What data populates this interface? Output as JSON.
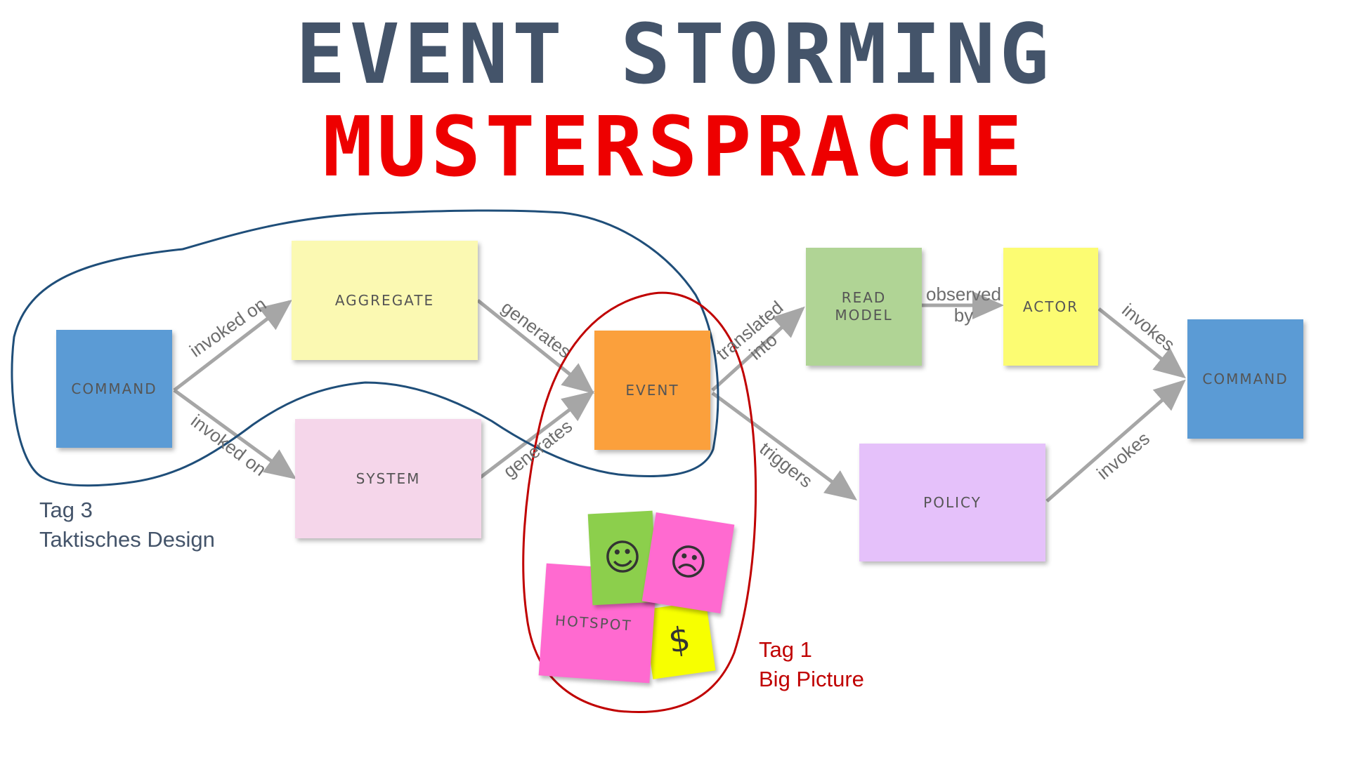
{
  "title": {
    "line1": "EVENT STORMING",
    "line2": "MUSTERSPRACHE",
    "line1_color": "#44546a",
    "line2_color": "#ee0000"
  },
  "nodes": {
    "command_left": {
      "label": "COMMAND",
      "color": "#5b9bd5"
    },
    "aggregate": {
      "label": "AGGREGATE",
      "color": "#fbf9b2"
    },
    "system": {
      "label": "SYSTEM",
      "color": "#f5d6ea"
    },
    "event": {
      "label": "EVENT",
      "color": "#fba03c"
    },
    "read_model": {
      "label": "READ\nMODEL",
      "color": "#b0d495"
    },
    "actor": {
      "label": "ACTOR",
      "color": "#fcfc72"
    },
    "command_right": {
      "label": "COMMAND",
      "color": "#5b9bd5"
    },
    "policy": {
      "label": "POLICY",
      "color": "#e5c1fa"
    }
  },
  "edges": {
    "invoked_on_top": "invoked on",
    "invoked_on_bottom": "invoked on",
    "generates_top": "generates",
    "generates_bottom": "generates",
    "translated_into": "translated\ninto",
    "observed_by": "observed\nby",
    "invokes_top": "invokes",
    "invokes_bottom": "invokes",
    "triggers": "triggers"
  },
  "hotspot_stack": {
    "hotspot_label": "HOTSPOT",
    "smile_icon": "smile-icon",
    "frown_icon": "frown-icon",
    "dollar": "$",
    "colors": {
      "green": "#8ccf4c",
      "pink": "#ff6ad0",
      "yellow": "#f7ff00"
    }
  },
  "annotations": {
    "tag3": {
      "line1": "Tag 3",
      "line2": "Taktisches Design",
      "color": "#44546a"
    },
    "tag1": {
      "line1": "Tag 1",
      "line2": "Big Picture",
      "color": "#c00000"
    },
    "outline_blue": "#1f4e79",
    "outline_red": "#c00000"
  }
}
